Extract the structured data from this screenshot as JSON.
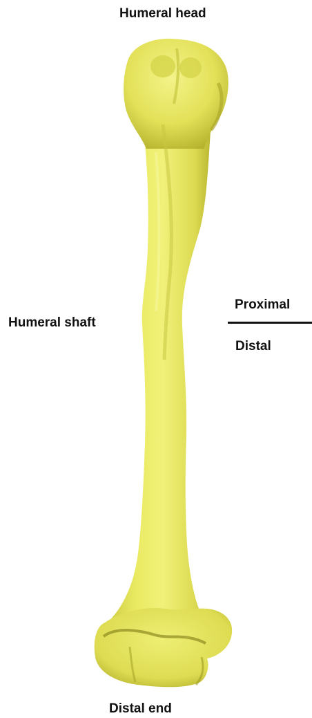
{
  "labels": {
    "humeral_head": "Humeral head",
    "humeral_shaft": "Humeral shaft",
    "proximal": "Proximal",
    "distal": "Distal",
    "distal_end": "Distal end"
  },
  "colors": {
    "bone_fill": "#eded6a",
    "bone_shade": "#b9b636",
    "bone_highlight": "#f7f79a",
    "text": "#111111",
    "background": "#ffffff"
  }
}
